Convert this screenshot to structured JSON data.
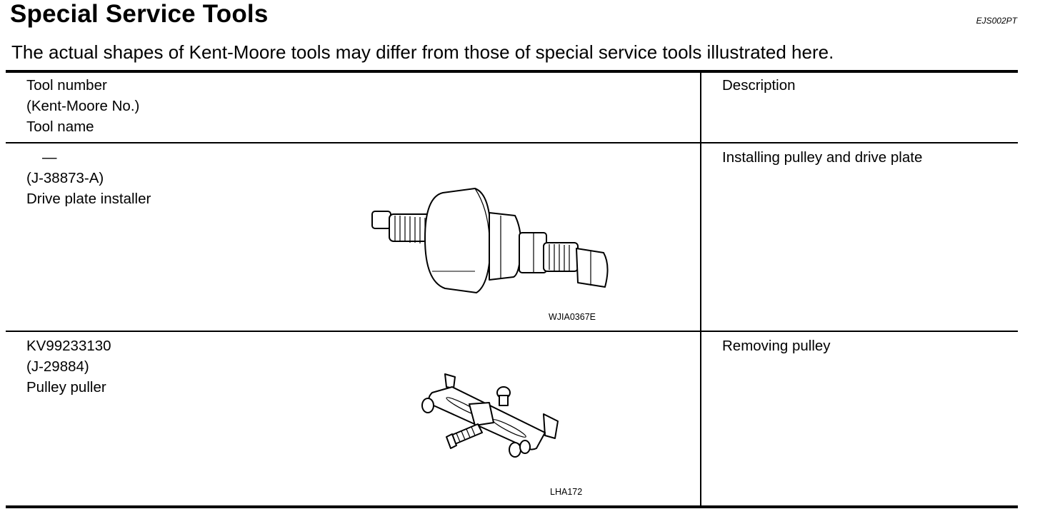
{
  "header": {
    "title": "Special Service Tools",
    "doc_id": "EJS002PT",
    "subtitle": "The actual shapes of Kent-Moore tools may differ from those of special service tools illustrated here."
  },
  "table": {
    "columns": {
      "tool_lines": [
        "Tool number",
        "(Kent-Moore No.)",
        "Tool name"
      ],
      "description": "Description"
    },
    "rows": [
      {
        "tool_number": "—",
        "kent_moore_no": "(J-38873-A)",
        "tool_name": "Drive plate installer",
        "illustration_code": "WJIA0367E",
        "illustration_icon": "drive-plate-installer-illustration",
        "description": "Installing pulley and drive plate"
      },
      {
        "tool_number": "KV99233130",
        "kent_moore_no": "(J-29884)",
        "tool_name": "Pulley puller",
        "illustration_code": "LHA172",
        "illustration_icon": "pulley-puller-illustration",
        "description": "Removing pulley"
      }
    ]
  }
}
